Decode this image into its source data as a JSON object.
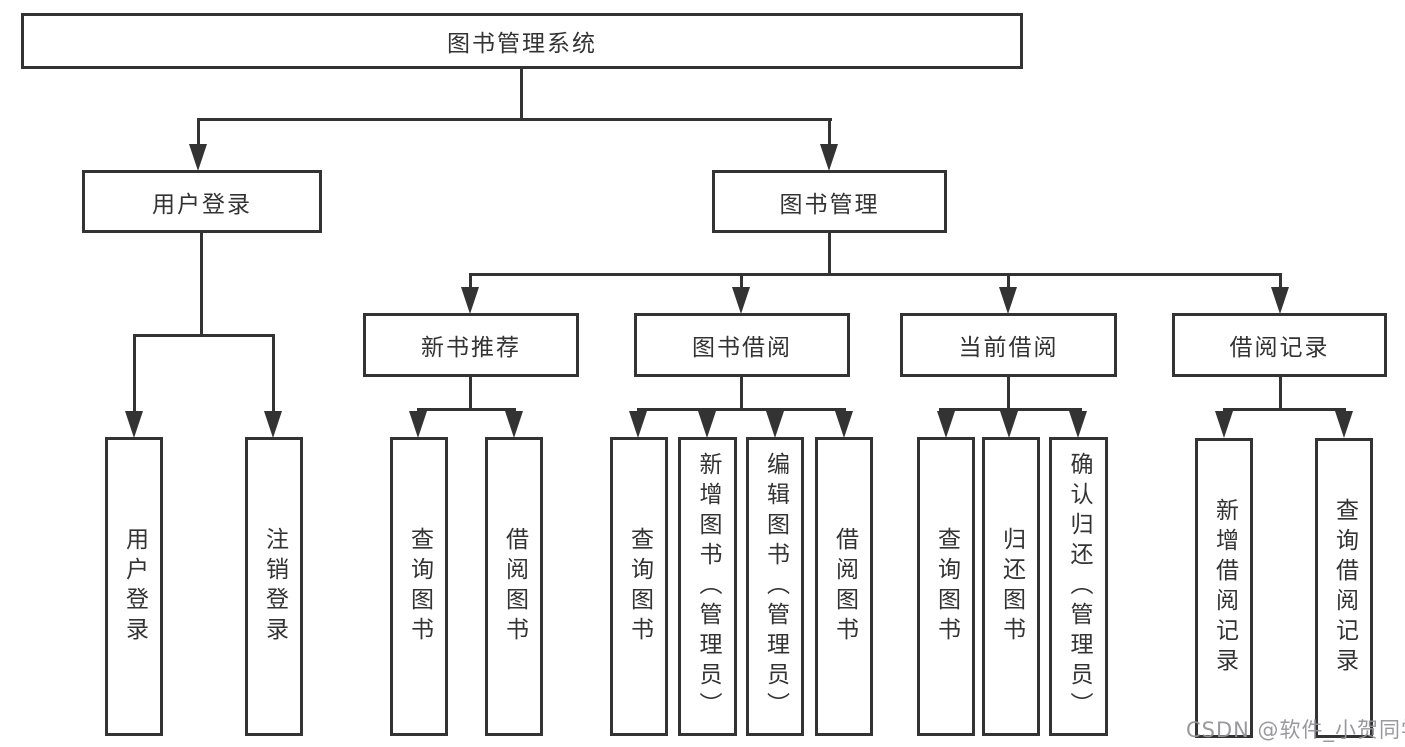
{
  "diagram_type": "hierarchy-tree",
  "colors": {
    "line": "#333333",
    "text": "#333333",
    "background": "#ffffff",
    "watermark": "#949499"
  },
  "tree": {
    "label": "图书管理系统",
    "children": [
      {
        "label": "用户登录",
        "children": [
          {
            "label": "用户登录"
          },
          {
            "label": "注销登录"
          }
        ]
      },
      {
        "label": "图书管理",
        "children": [
          {
            "label": "新书推荐",
            "children": [
              {
                "label": "查询图书"
              },
              {
                "label": "借阅图书"
              }
            ]
          },
          {
            "label": "图书借阅",
            "children": [
              {
                "label": "查询图书"
              },
              {
                "label": "新增图书（管理员）"
              },
              {
                "label": "编辑图书（管理员）"
              },
              {
                "label": "借阅图书"
              }
            ]
          },
          {
            "label": "当前借阅",
            "children": [
              {
                "label": "查询图书"
              },
              {
                "label": "归还图书"
              },
              {
                "label": "确认归还（管理员）"
              }
            ]
          },
          {
            "label": "借阅记录",
            "children": [
              {
                "label": "新增借阅记录"
              },
              {
                "label": "查询借阅记录"
              }
            ]
          }
        ]
      }
    ]
  },
  "watermark": "CSDN @软件_小贺同学"
}
